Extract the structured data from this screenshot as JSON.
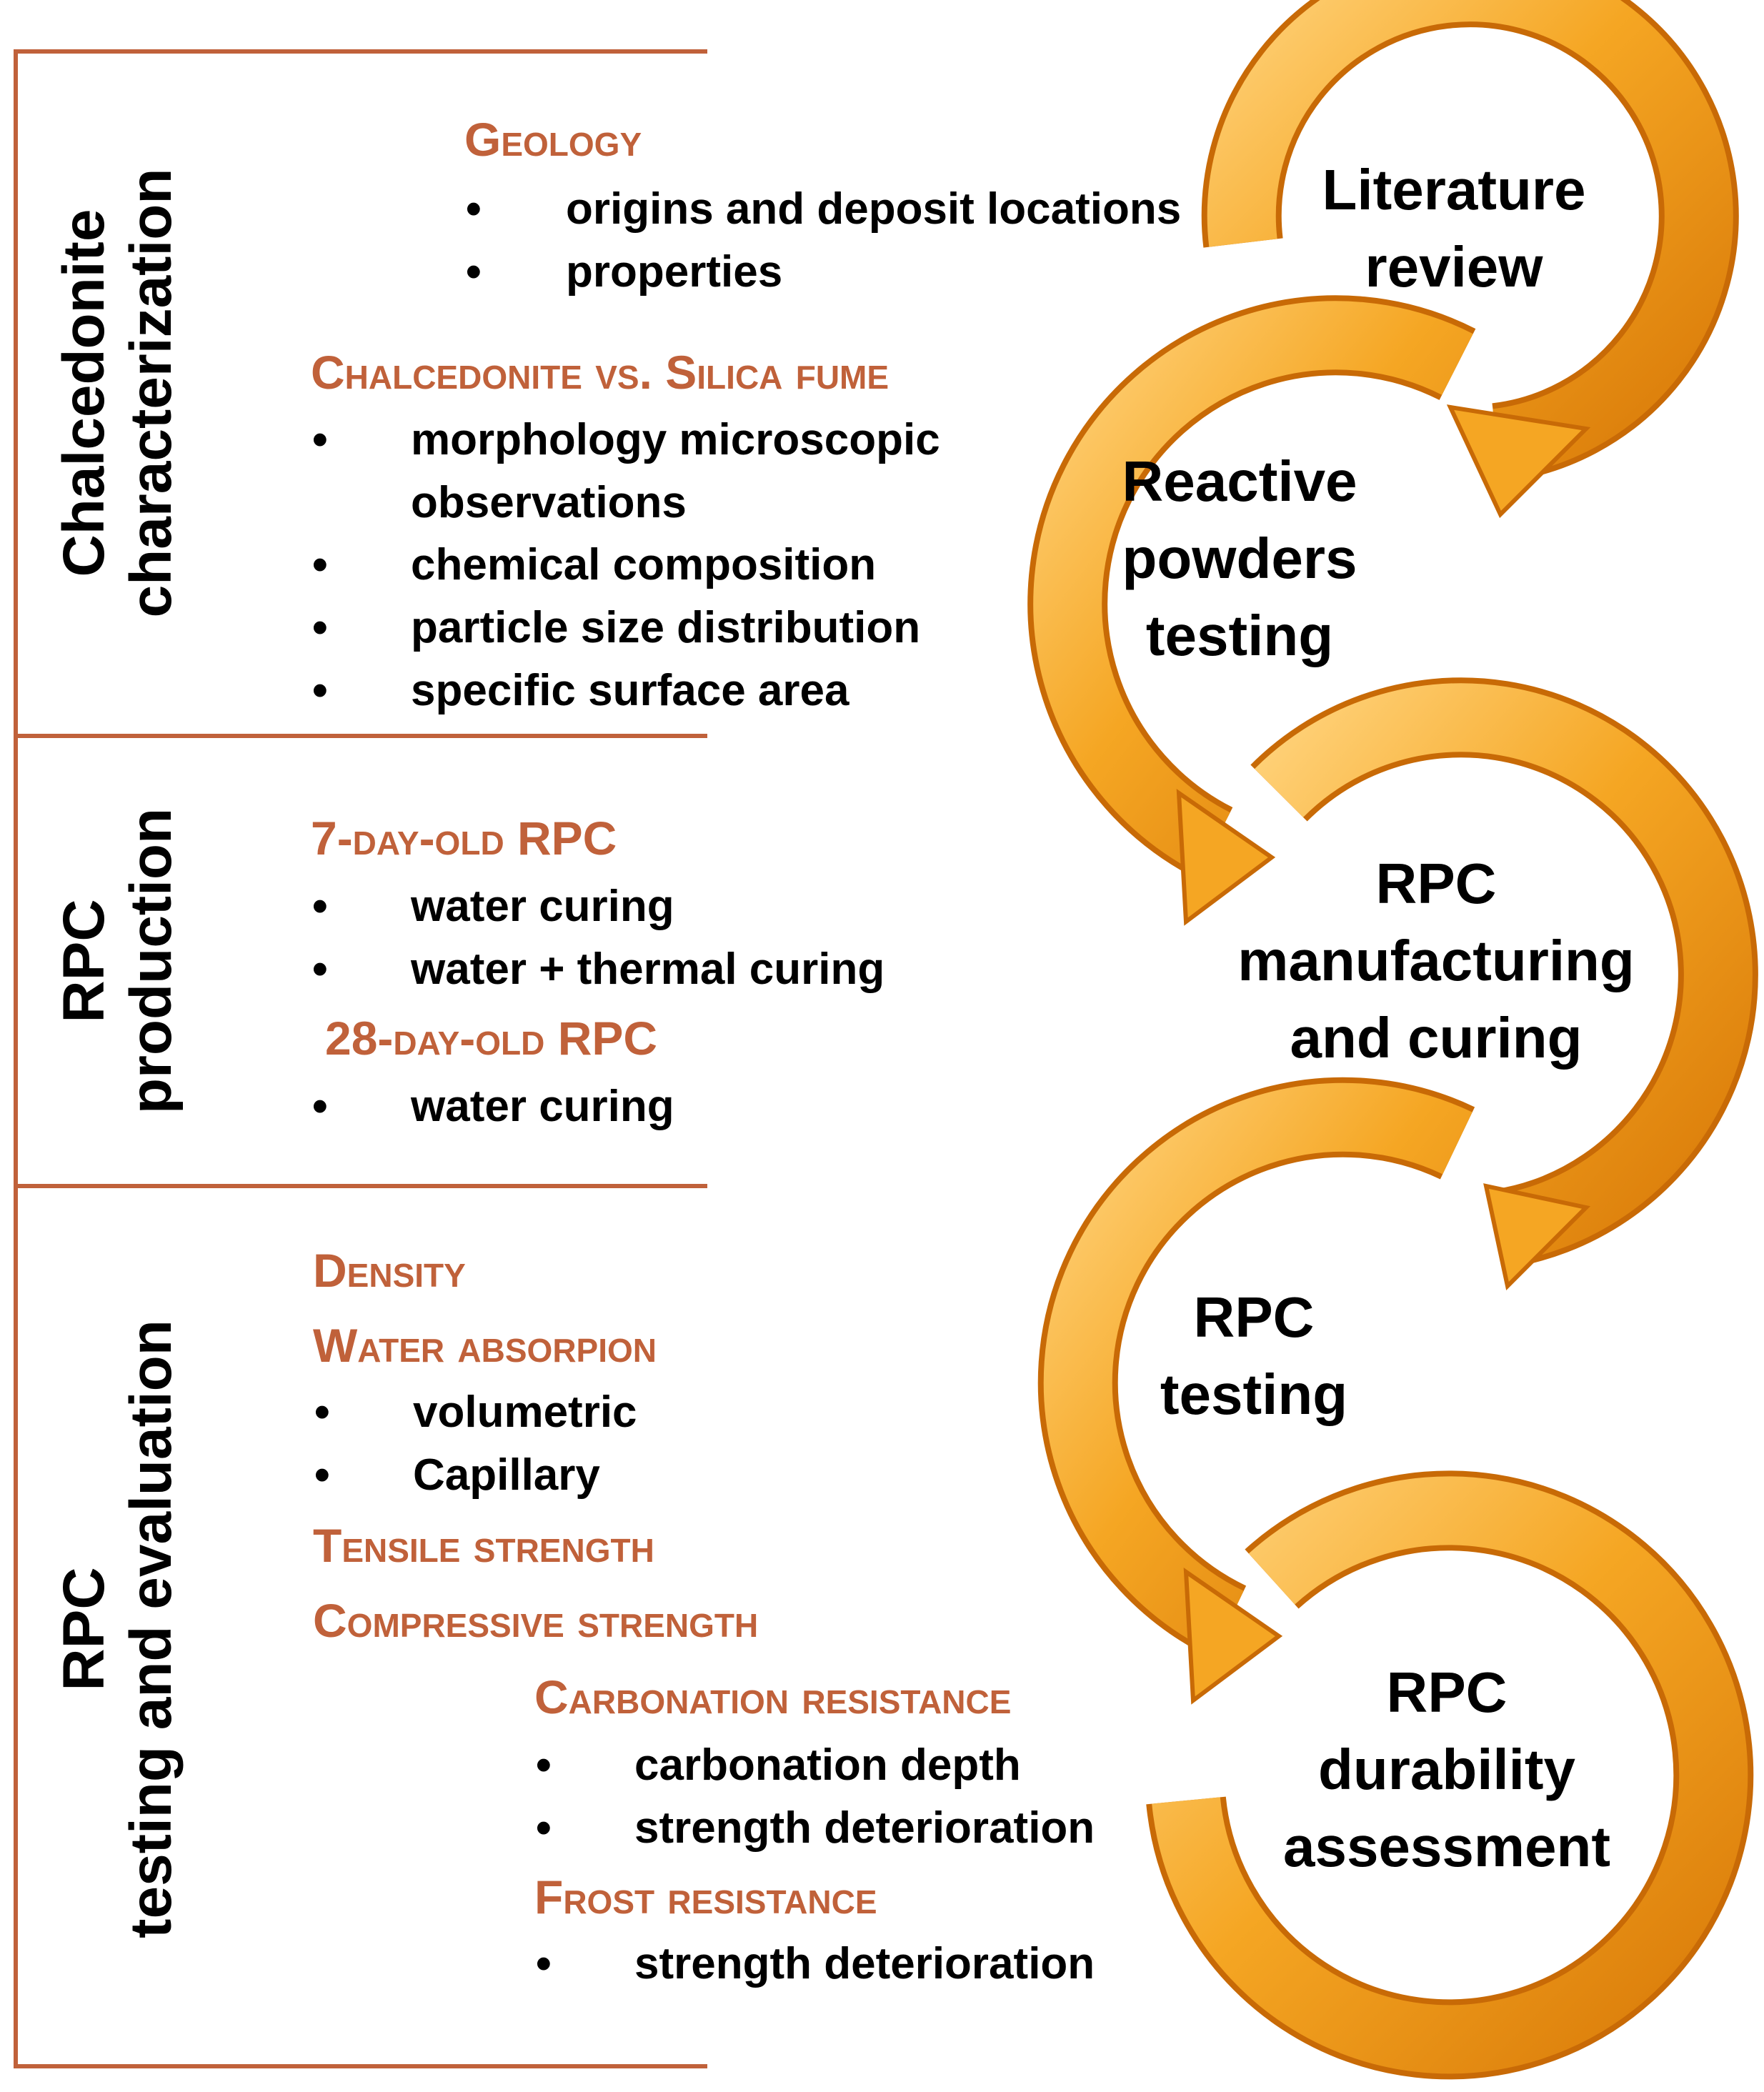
{
  "sections": [
    {
      "side_label": [
        "Chalcedonite",
        "characterization"
      ],
      "groups": [
        {
          "heading": "Geology",
          "items": [
            "origins and deposit locations",
            "properties"
          ]
        },
        {
          "heading": "Chalcedonite vs. Silica fume",
          "items": [
            "morphology microscopic",
            "observations",
            "chemical composition",
            "particle size distribution",
            "specific surface area"
          ]
        }
      ]
    },
    {
      "side_label": [
        "RPC",
        "production"
      ],
      "groups": [
        {
          "heading": "7-day-old RPC",
          "items": [
            "water curing",
            "water + thermal curing"
          ]
        },
        {
          "heading": "28-day-old RPC",
          "items": [
            "water curing"
          ]
        }
      ]
    },
    {
      "side_label": [
        "RPC",
        "testing and evaluation"
      ],
      "groups": [
        {
          "heading": "Density",
          "items": []
        },
        {
          "heading": "Water absorpion",
          "items": [
            "volumetric",
            "Capillary"
          ]
        },
        {
          "heading": "Tensile strength",
          "items": []
        },
        {
          "heading": "Compressive strength",
          "items": []
        },
        {
          "heading": "Carbonation resistance",
          "items": [
            "carbonation depth",
            "strength deterioration"
          ]
        },
        {
          "heading": "Frost resistance",
          "items": [
            "strength deterioration"
          ]
        }
      ]
    }
  ],
  "bullet": "•",
  "steps": [
    {
      "lines": [
        "Literature",
        "review"
      ]
    },
    {
      "lines": [
        "Reactive",
        "powders",
        "testing"
      ]
    },
    {
      "lines": [
        "RPC",
        "manufacturing",
        "and curing"
      ]
    },
    {
      "lines": [
        "RPC",
        "testing"
      ]
    },
    {
      "lines": [
        "RPC",
        "durability",
        "assessment"
      ]
    }
  ],
  "colors": {
    "bracket": "#C0613A",
    "heading": "#C0613A",
    "arrow_light": "#FFD27A",
    "arrow_mid": "#F5A623",
    "arrow_dark": "#D97A08"
  }
}
